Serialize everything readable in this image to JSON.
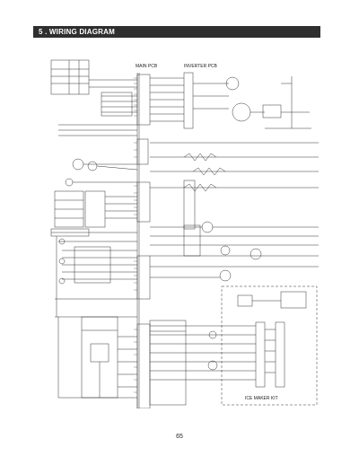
{
  "header": {
    "title": "5 . WIRING DIAGRAM"
  },
  "diagram": {
    "main_pcb_label": "MAIN PCB",
    "inverter_pcb_label": "INVERTER PCB",
    "ice_maker_kit_label": "ICE MAKER KIT"
  },
  "page": {
    "number": "65"
  },
  "colors": {
    "header_bg": "#2f2f2f",
    "header_text": "#ffffff",
    "line": "#333333"
  }
}
